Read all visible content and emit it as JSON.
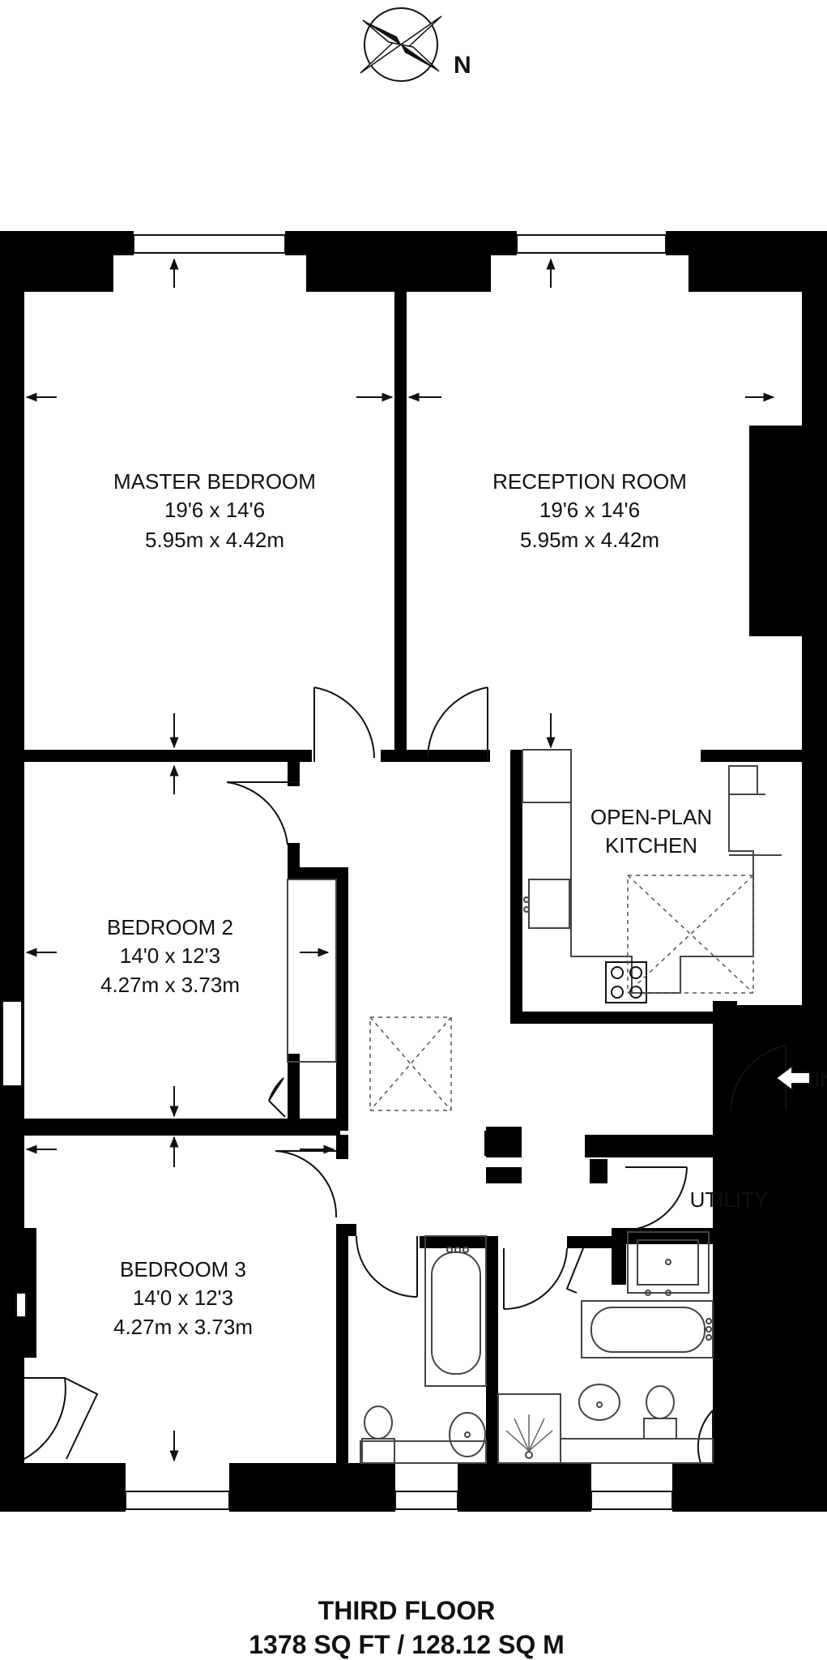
{
  "compass": {
    "north_label": "N",
    "icon": "compass-rose-icon"
  },
  "rooms": {
    "master_bedroom": {
      "name": "MASTER BEDROOM",
      "imperial": "19'6 x 14'6",
      "metric": "5.95m x 4.42m"
    },
    "reception_room": {
      "name": "RECEPTION ROOM",
      "imperial": "19'6 x 14'6",
      "metric": "5.95m x 4.42m"
    },
    "kitchen": {
      "line1": "OPEN-PLAN",
      "line2": "KITCHEN"
    },
    "bedroom_2": {
      "name": "BEDROOM 2",
      "imperial": "14'0 x 12'3",
      "metric": "4.27m x 3.73m"
    },
    "bedroom_3": {
      "name": "BEDROOM 3",
      "imperial": "14'0 x 12'3",
      "metric": "4.27m x 3.73m"
    },
    "utility": {
      "name": "UTILITY"
    }
  },
  "entrance": {
    "label": "IN",
    "icon": "entrance-arrow-icon"
  },
  "footer": {
    "floor": "THIRD FLOOR",
    "area": "1378 SQ FT / 128.12 SQ M"
  },
  "colors": {
    "wall": "#000000",
    "fixture": "#444444",
    "background": "#ffffff"
  }
}
